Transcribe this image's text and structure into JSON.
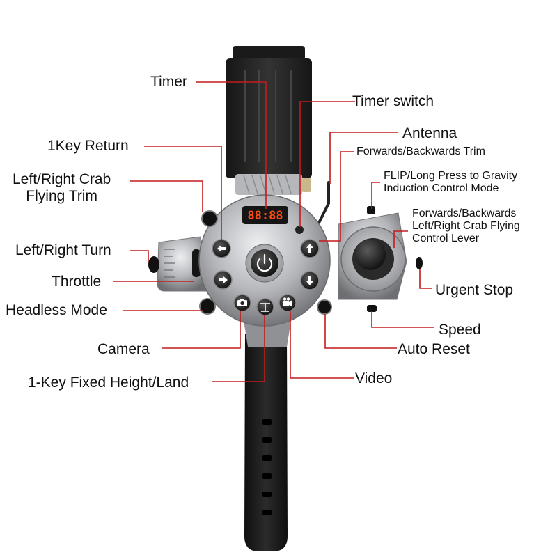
{
  "labels": {
    "timer": "Timer",
    "timer_switch": "Timer switch",
    "antenna": "Antenna",
    "one_key_return": "1Key Return",
    "fb_trim": "Forwards/Backwards Trim",
    "lr_crab_trim": "Left/Right Crab\nFlying Trim",
    "flip": "FLIP/Long Press to Gravity\nInduction Control Mode",
    "control_lever": "Forwards/Backwards\nLeft/Right Crab Flying\nControl Lever",
    "lr_turn": "Left/Right Turn",
    "throttle": "Throttle",
    "urgent_stop": "Urgent Stop",
    "headless": "Headless Mode",
    "speed": "Speed",
    "camera": "Camera",
    "auto_reset": "Auto Reset",
    "video": "Video",
    "fixed_height": "1-Key Fixed Height/Land"
  },
  "timer_display": "88:88",
  "colors": {
    "leader": "#c31c1c",
    "body_silver": "#a7a9ad",
    "strap": "#1c1c1c",
    "led": "#ff4a14"
  },
  "icons": {
    "power": "power-icon",
    "left": "arrow-left-icon",
    "right": "arrow-right-icon",
    "up": "arrow-up-icon",
    "down": "arrow-down-icon",
    "camera": "camera-icon",
    "video": "video-icon",
    "height": "altitude-icon"
  }
}
